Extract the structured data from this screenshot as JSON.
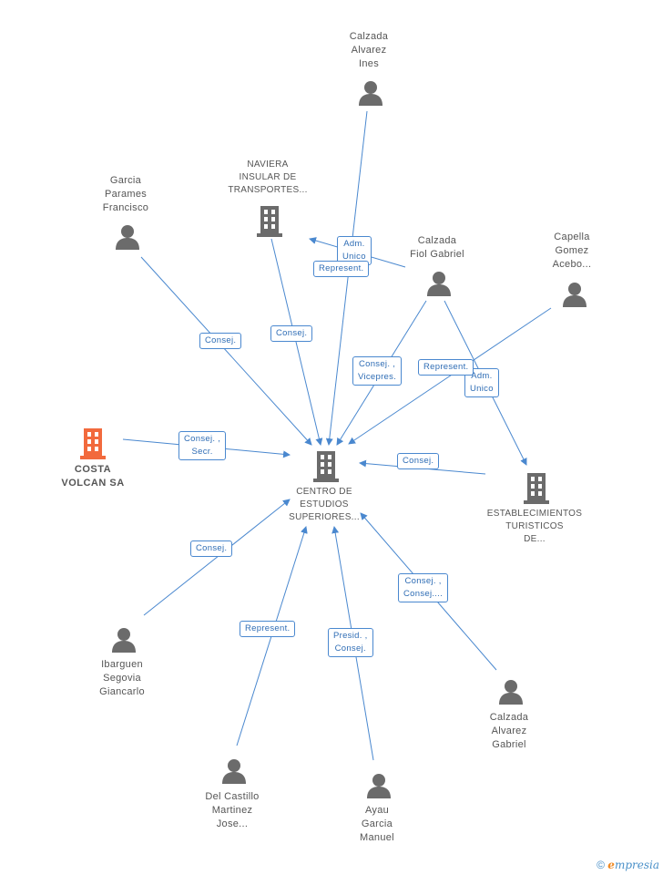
{
  "colors": {
    "edge": "#4a88cf",
    "node_icon": "#6b6b6b",
    "focus_icon": "#f26a3d",
    "label_text": "#2f6db5"
  },
  "nodes": {
    "centro": {
      "label": "CENTRO DE\nESTUDIOS\nSUPERIORES...",
      "icon": "building-icon"
    },
    "costa": {
      "label": "COSTA\nVOLCAN SA",
      "icon": "building-icon"
    },
    "naviera": {
      "label": "NAVIERA\nINSULAR DE\nTRANSPORTES...",
      "icon": "building-icon"
    },
    "establecimientos": {
      "label": "ESTABLECIMIENTOS\nTURISTICOS\nDE...",
      "icon": "building-icon"
    },
    "calzada_ines": {
      "label": "Calzada\nAlvarez\nInes",
      "icon": "person-icon"
    },
    "garcia_parames": {
      "label": "Garcia\nParames\nFrancisco",
      "icon": "person-icon"
    },
    "calzada_fiol": {
      "label": "Calzada\nFiol Gabriel",
      "icon": "person-icon"
    },
    "capella": {
      "label": "Capella\nGomez\nAcebo...",
      "icon": "person-icon"
    },
    "ibarguen": {
      "label": "Ibarguen\nSegovia\nGiancarlo",
      "icon": "person-icon"
    },
    "del_castillo": {
      "label": "Del Castillo\nMartinez\nJose...",
      "icon": "person-icon"
    },
    "ayau": {
      "label": "Ayau\nGarcia\nManuel",
      "icon": "person-icon"
    },
    "calzada_gabriel": {
      "label": "Calzada\nAlvarez\nGabriel",
      "icon": "person-icon"
    }
  },
  "edges": {
    "ines_centro": "Represent.",
    "fiol_naviera": "Adm.\nUnico",
    "garcia_centro": "Consej.",
    "naviera_centro": "Consej.",
    "fiol_centro": "Consej. ,\nVicepres.",
    "capella_centro": "Represent.",
    "fiol_establecimientos": "Adm.\nUnico",
    "costa_centro": "Consej. ,\nSecr.",
    "establecimientos_centro": "Consej.",
    "ibarguen_centro": "Consej.",
    "castillo_centro": "Represent.",
    "ayau_centro": "Presid. ,\nConsej.",
    "gabriel_centro": "Consej. ,\nConsej...."
  },
  "footer": {
    "copyright": "©",
    "brand_initial": "e",
    "brand_rest": "mpresia"
  }
}
